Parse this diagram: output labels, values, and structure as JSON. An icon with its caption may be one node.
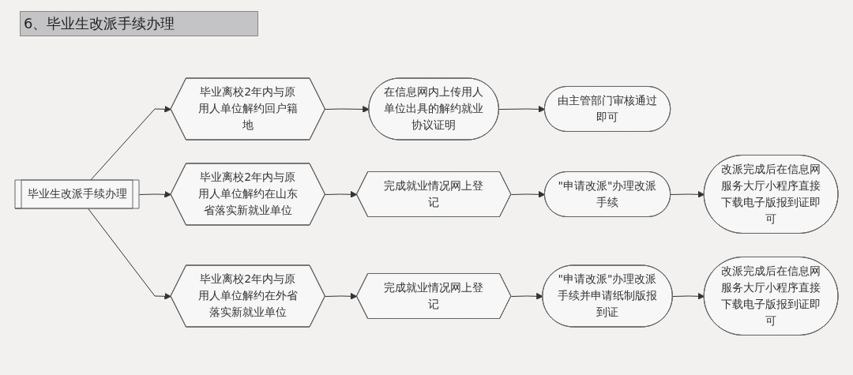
{
  "diagram": {
    "title": "6、毕业生改派手续办理",
    "nodes": [
      {
        "text": [
          "毕业生改派手续办理"
        ]
      },
      {
        "text": [
          "毕业离校2年内与原用人单位解约回户籍地"
        ]
      },
      {
        "text": [
          "在信息网内上传用人单位出具的解约就业协议证明"
        ]
      },
      {
        "text": [
          "由主管部门审核通过即可"
        ]
      },
      {
        "text": [
          "毕业离校2年内与原用人单位解约在山东省落实新就业单位"
        ]
      },
      {
        "text": [
          "完成就业情况网上登记"
        ]
      },
      {
        "text": [
          "\"申请改派\"办理改派手续"
        ]
      },
      {
        "text": [
          "改派完成后在信息网服务大厅小程序直接下载电子版报到证即可"
        ]
      },
      {
        "text": [
          "毕业离校2年内与原用人单位解约在外省落实新就业单位"
        ]
      },
      {
        "text": [
          "完成就业情况网上登记"
        ]
      },
      {
        "text": [
          "\"申请改派\"办理改派手续并申请纸制版报到证"
        ]
      },
      {
        "text": [
          "改派完成后在信息网服务大厅小程序直接下载电子版报到证即可"
        ]
      }
    ],
    "edges": [
      {
        "from": 0,
        "to": 1,
        "arrow": "to"
      },
      {
        "from": 0,
        "to": 4,
        "arrow": "to"
      },
      {
        "from": 0,
        "to": 8,
        "arrow": "to"
      },
      {
        "from": 1,
        "to": 2,
        "arrow": "to"
      },
      {
        "from": 2,
        "to": 3,
        "arrow": "to"
      },
      {
        "from": 4,
        "to": 5,
        "arrow": "to"
      },
      {
        "from": 5,
        "to": 6,
        "arrow": "to"
      },
      {
        "from": 6,
        "to": 7,
        "arrow": "to"
      },
      {
        "from": 8,
        "to": 9,
        "arrow": "to"
      },
      {
        "from": 9,
        "to": 10,
        "arrow": "to"
      },
      {
        "from": 10,
        "to": 11,
        "arrow": "to"
      }
    ]
  }
}
